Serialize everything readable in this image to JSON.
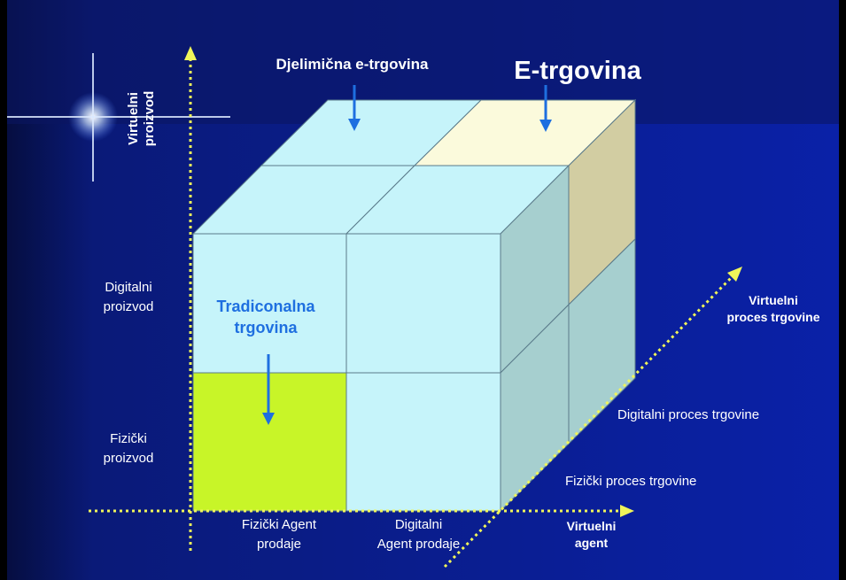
{
  "colors": {
    "background_top": "#0b1560",
    "background_main": "#0a21a8",
    "cube_face": "#c6f4fa",
    "cube_side": "#a6cfcf",
    "cube_top_right": "#fbfadc",
    "cube_side_right": "#d2cda2",
    "highlight_cell": "#c8f528",
    "arrow": "#1e6fe0",
    "axis_dots": "#f0f55a",
    "text": "#ffffff",
    "text_accent": "#1e6fe0"
  },
  "labels": {
    "partial_ecommerce": "Djelimična e-trgovina",
    "ecommerce": "E-trgovina",
    "traditional": "Tradiconalna\ntrgovina",
    "virtual_product": "Virtuelni\nproizvod",
    "digital_product": "Digitalni\nproizvod",
    "physical_product": "Fizički\nproizvod",
    "virtual_process": "Virtuelni\nproces trgovine",
    "digital_process": "Digitalni proces trgovine",
    "physical_process": "Fizički proces trgovine",
    "physical_agent": "Fizički Agent\nprodaje",
    "digital_agent": "Digitalni\nAgent prodaje",
    "virtual_agent": "Virtuelni\nagent"
  },
  "icons": [
    "sparkle-icon",
    "down-arrow-icon"
  ]
}
